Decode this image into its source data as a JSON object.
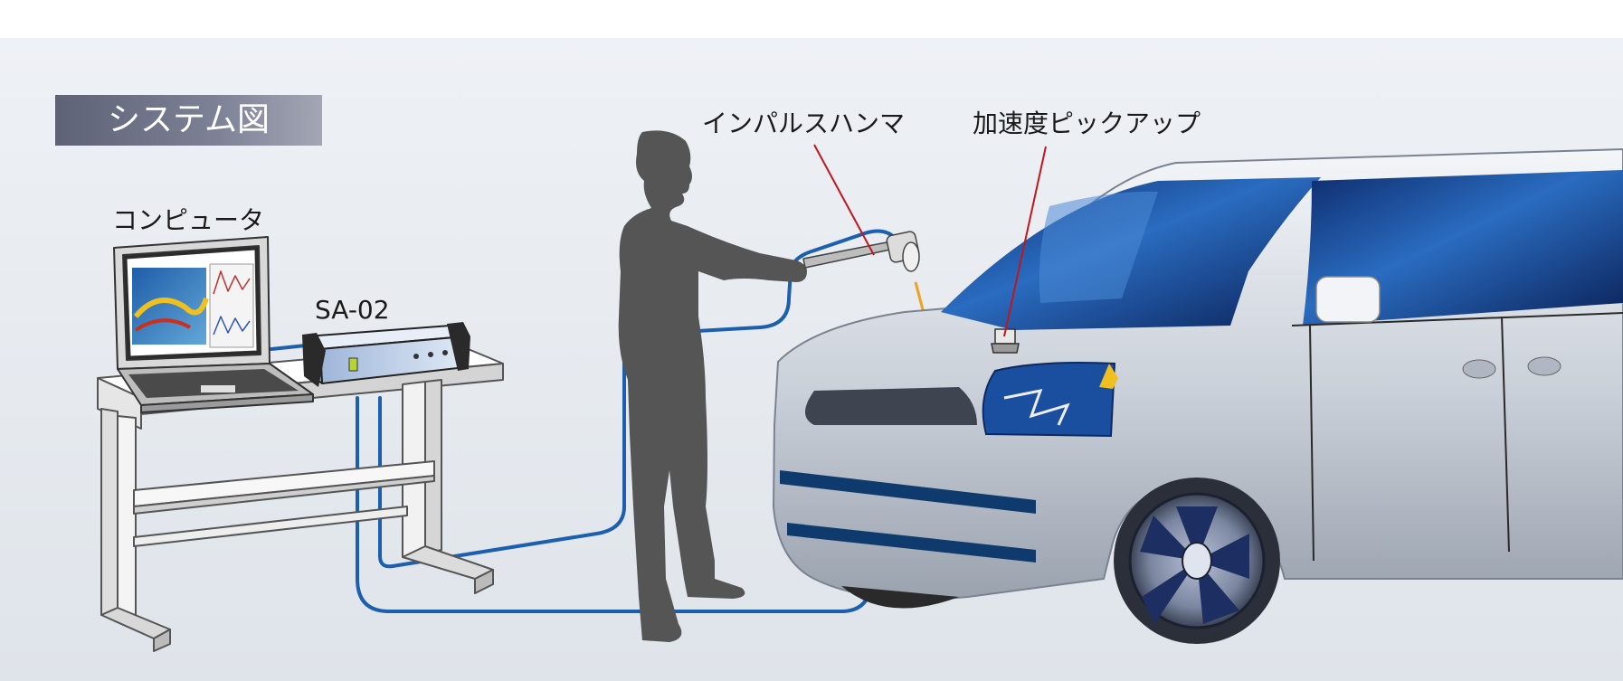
{
  "title": "システム図",
  "labels": {
    "computer": "コンピュータ",
    "analyzer": "SA-02",
    "hammer": "インパルスハンマ",
    "pickup": "加速度ピックアップ"
  },
  "colors": {
    "cable": "#1b5fae",
    "leader_line": "#c0161e",
    "impact_arrow": "#f0a01c",
    "silhouette": "#555555",
    "title_box": "#6a6e82"
  }
}
